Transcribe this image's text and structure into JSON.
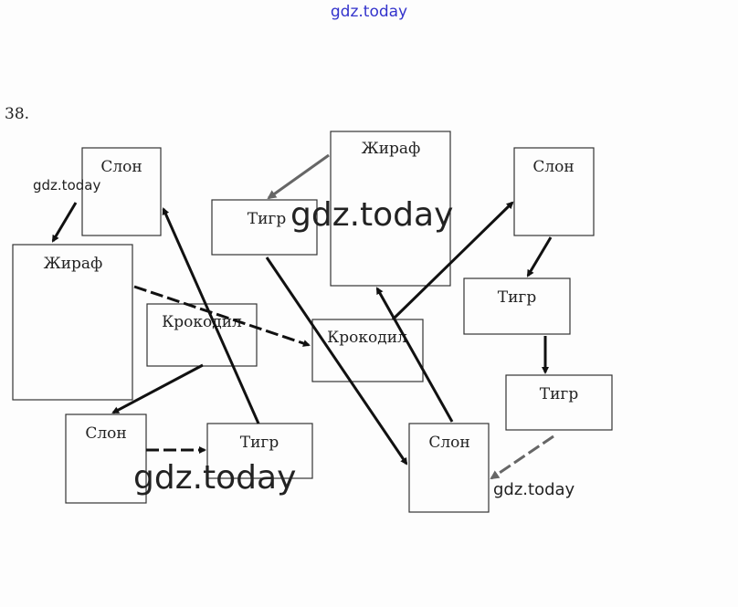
{
  "header": {
    "watermark": "gdz.today",
    "watermark_color": "#3333cc"
  },
  "problem_number": "38.",
  "watermarks": [
    "gdz.today",
    "gdz.today",
    "gdz.today",
    "gdz.today"
  ],
  "nodes": [
    {
      "label": "Слон"
    },
    {
      "label": "Жираф"
    },
    {
      "label": "Крокодил"
    },
    {
      "label": "Слон"
    },
    {
      "label": "Тигр"
    },
    {
      "label": "Тигр"
    },
    {
      "label": "Жираф"
    },
    {
      "label": "Крокодил"
    },
    {
      "label": "Слон"
    },
    {
      "label": "Слон"
    },
    {
      "label": "Тигр"
    },
    {
      "label": "Тигр"
    }
  ]
}
